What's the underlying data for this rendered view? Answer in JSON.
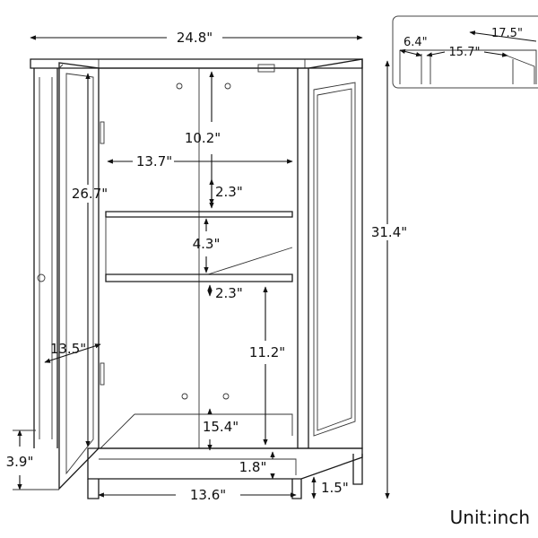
{
  "unit_label": "Unit:inch",
  "dimensions": {
    "overall_width": "24.8\"",
    "overall_height": "31.4\"",
    "upper_height": "10.2\"",
    "inner_width": "13.7\"",
    "shelf_gap_upper": "2.3\"",
    "shelf_height": "4.3\"",
    "shelf_gap_lower": "2.3\"",
    "door_height": "26.7\"",
    "lower_height": "11.2\"",
    "door_width": "13.5\"",
    "lower_opening": "15.4\"",
    "base_height": "1.8\"",
    "bottom_width": "13.6\"",
    "leg_height": "1.5\"",
    "door_bottom_gap": "3.9\""
  },
  "top_view": {
    "back_side": "17.5\"",
    "side_depth": "6.4\"",
    "front_width": "15.7\""
  }
}
